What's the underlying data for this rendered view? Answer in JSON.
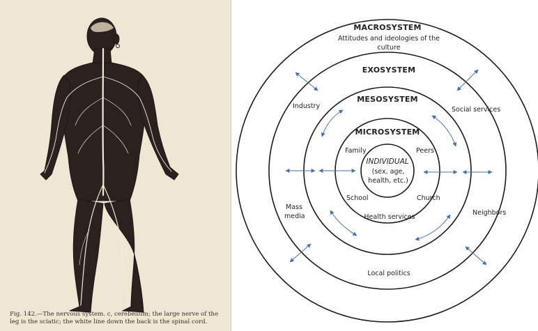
{
  "left_plate": {
    "caption_line1": "Fig. 142.—The nervous system. c, cerebellum; the large nerve of the",
    "caption_line2": "leg is the sciatic; the white line down the back is the spinal cord."
  },
  "diagram": {
    "macrosystem": {
      "title": "MACROSYSTEM",
      "subtitle_line1": "Attitudes and ideologies of the",
      "subtitle_line2": "culture"
    },
    "exosystem": {
      "title": "EXOSYSTEM",
      "items": [
        "Industry",
        "Social services",
        "Mass",
        "media",
        "Neighbors",
        "Local politics"
      ]
    },
    "mesosystem": {
      "title": "MESOSYSTEM"
    },
    "microsystem": {
      "title": "MICROSYSTEM",
      "items": [
        "Family",
        "Peers",
        "School",
        "Church",
        "Health services"
      ]
    },
    "individual": {
      "title": "INDIVIDUAL",
      "line1": "(sex, age,",
      "line2": "health, etc.)"
    }
  },
  "colors": {
    "plate_bg": "#efe7d4",
    "figure": "#2b2220",
    "nerve": "#f2ead6",
    "line": "#1a1a1a",
    "arrow": "#4a6fa5"
  }
}
